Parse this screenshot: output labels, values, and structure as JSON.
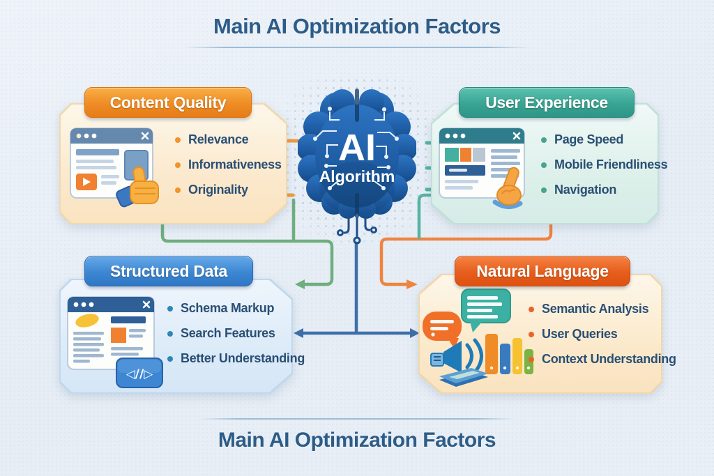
{
  "title": "Main AI Optimization Factors",
  "footer_title": "Main AI Optimization Factors",
  "center": {
    "icon": "brain-circuit-icon",
    "label_primary": "AI",
    "label_secondary": "Algorithm"
  },
  "boxes": [
    {
      "id": "content-quality",
      "title": "Content Quality",
      "icon": "browser-thumbs-up-icon",
      "accent": "#ef8c25",
      "items": [
        "Relevance",
        "Informativeness",
        "Originality"
      ]
    },
    {
      "id": "user-experience",
      "title": "User Experience",
      "icon": "browser-pointer-icon",
      "accent": "#39a494",
      "items": [
        "Page Speed",
        "Mobile Friendliness",
        "Navigation"
      ]
    },
    {
      "id": "structured-data",
      "title": "Structured Data",
      "icon": "browser-code-icon",
      "accent": "#3c86d2",
      "code_tag": "◁//▷",
      "items": [
        "Schema Markup",
        "Search Features",
        "Better Understanding"
      ]
    },
    {
      "id": "natural-language",
      "title": "Natural Language",
      "icon": "speech-audio-books-icon",
      "accent": "#e65d1c",
      "items": [
        "Semantic Analysis",
        "User Queries",
        "Context Understanding"
      ]
    }
  ],
  "colors": {
    "background": "#e9eff6",
    "title_text": "#2d5c87",
    "item_text": "#2a4f74",
    "connector_green": "#6fae7e",
    "connector_orange": "#ef8440",
    "connector_blue": "#3e6fa8",
    "connector_teal": "#56b3a2",
    "brain_blue": "#1f5da5"
  }
}
